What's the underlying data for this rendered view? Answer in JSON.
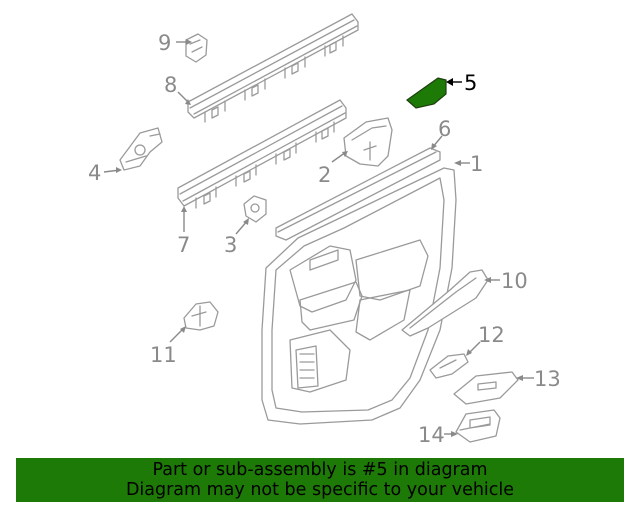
{
  "diagram": {
    "callouts": [
      {
        "id": "1",
        "label": "1"
      },
      {
        "id": "2",
        "label": "2"
      },
      {
        "id": "3",
        "label": "3"
      },
      {
        "id": "4",
        "label": "4"
      },
      {
        "id": "5",
        "label": "5"
      },
      {
        "id": "6",
        "label": "6"
      },
      {
        "id": "7",
        "label": "7"
      },
      {
        "id": "8",
        "label": "8"
      },
      {
        "id": "9",
        "label": "9"
      },
      {
        "id": "10",
        "label": "10"
      },
      {
        "id": "11",
        "label": "11"
      },
      {
        "id": "12",
        "label": "12"
      },
      {
        "id": "13",
        "label": "13"
      },
      {
        "id": "14",
        "label": "14"
      }
    ],
    "highlighted_part": "5",
    "colors": {
      "highlight_part": "#1d7a06",
      "line_art": "#9a9a9a",
      "callout_text": "#8a8a8a",
      "highlight_text": "#000000",
      "banner_bg": "#1d7a06"
    }
  },
  "banner": {
    "line1": "Part or sub-assembly is #5 in diagram",
    "line2": "Diagram may not be specific to your vehicle"
  }
}
